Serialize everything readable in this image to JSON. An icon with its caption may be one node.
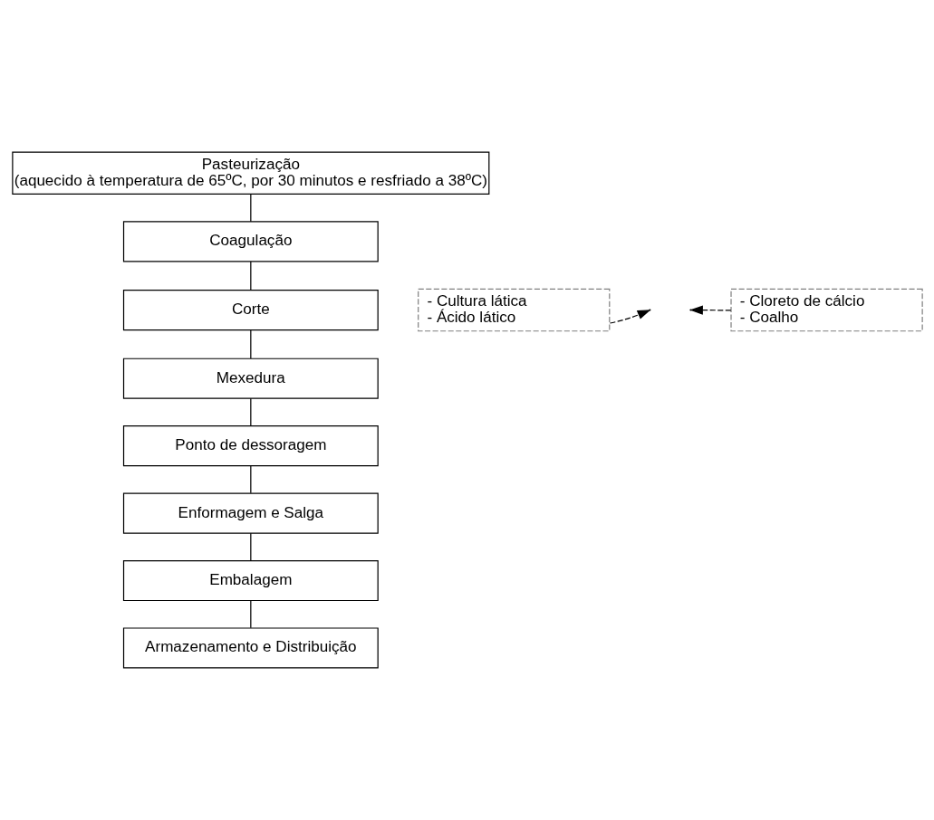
{
  "diagram": {
    "nodes": [
      {
        "text": [
          "Pasteurização",
          "(aquecido à temperatura de 65ºC, por 30 minutos e resfriado a 38ºC)"
        ]
      },
      {
        "text": [
          "- Cultura lática",
          "- Ácido lático"
        ]
      },
      {
        "text": [
          "- Cloreto de cálcio",
          "- Coalho"
        ]
      },
      {
        "text": [
          "Coagulação"
        ]
      },
      {
        "text": [
          "Corte"
        ]
      },
      {
        "text": [
          "Mexedura"
        ]
      },
      {
        "text": [
          "Ponto de dessoragem"
        ]
      },
      {
        "text": [
          "Enformagem e Salga"
        ]
      },
      {
        "text": [
          "Embalagem"
        ]
      },
      {
        "text": [
          "Armazenamento e Distribuição"
        ]
      }
    ],
    "edges": [
      {
        "from": 0,
        "to": 3,
        "arrow": "none"
      },
      {
        "from": 1,
        "to": null,
        "arrow": "to",
        "style": "dashed"
      },
      {
        "from": 2,
        "to": null,
        "arrow": "to",
        "style": "dashed"
      },
      {
        "from": 3,
        "to": 4,
        "arrow": "none"
      },
      {
        "from": 4,
        "to": 5,
        "arrow": "none"
      },
      {
        "from": 5,
        "to": 6,
        "arrow": "none"
      },
      {
        "from": 6,
        "to": 7,
        "arrow": "none"
      },
      {
        "from": 7,
        "to": 8,
        "arrow": "none"
      },
      {
        "from": 8,
        "to": 9,
        "arrow": "none"
      }
    ]
  }
}
